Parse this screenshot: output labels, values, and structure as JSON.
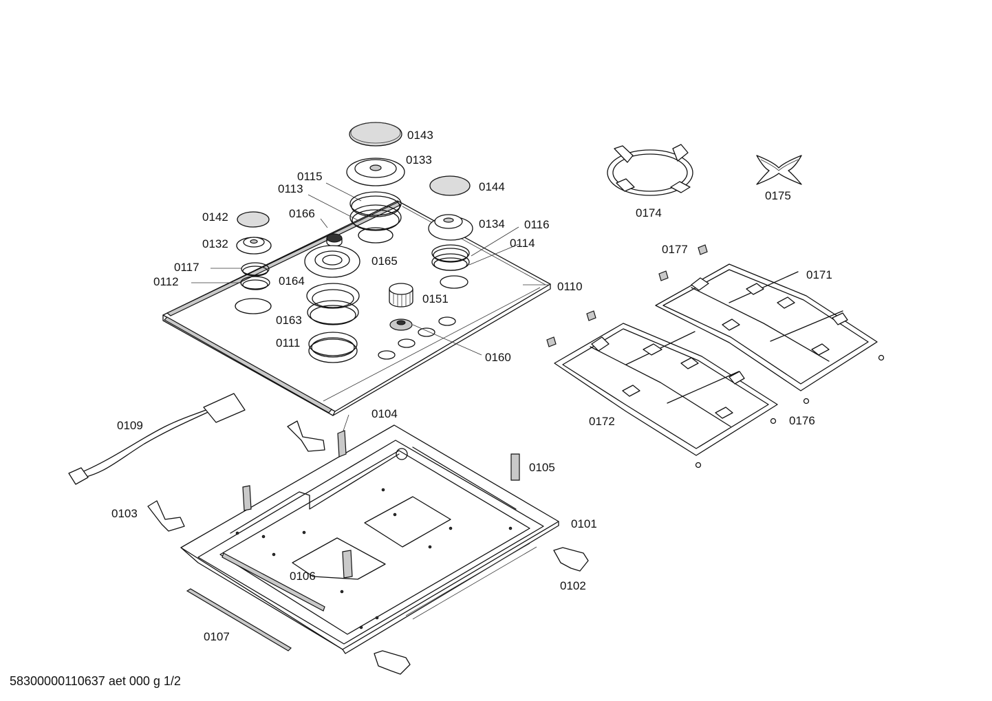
{
  "parts": {
    "p0143": "0143",
    "p0133": "0133",
    "p0115": "0115",
    "p0113": "0113",
    "p0144": "0144",
    "p0142": "0142",
    "p0166": "0166",
    "p0134": "0134",
    "p0116": "0116",
    "p0132": "0132",
    "p0114": "0114",
    "p0165": "0165",
    "p0117": "0117",
    "p0112": "0112",
    "p0164": "0164",
    "p0151": "0151",
    "p0110": "0110",
    "p0163": "0163",
    "p0111": "0111",
    "p0160": "0160",
    "p0174": "0174",
    "p0175": "0175",
    "p0177": "0177",
    "p0171": "0171",
    "p0172": "0172",
    "p0176": "0176",
    "p0109": "0109",
    "p0104": "0104",
    "p0105": "0105",
    "p0103": "0103",
    "p0101": "0101",
    "p0106": "0106",
    "p0102": "0102",
    "p0107": "0107"
  },
  "footer": "58300000110637 aet 000 g 1/2"
}
